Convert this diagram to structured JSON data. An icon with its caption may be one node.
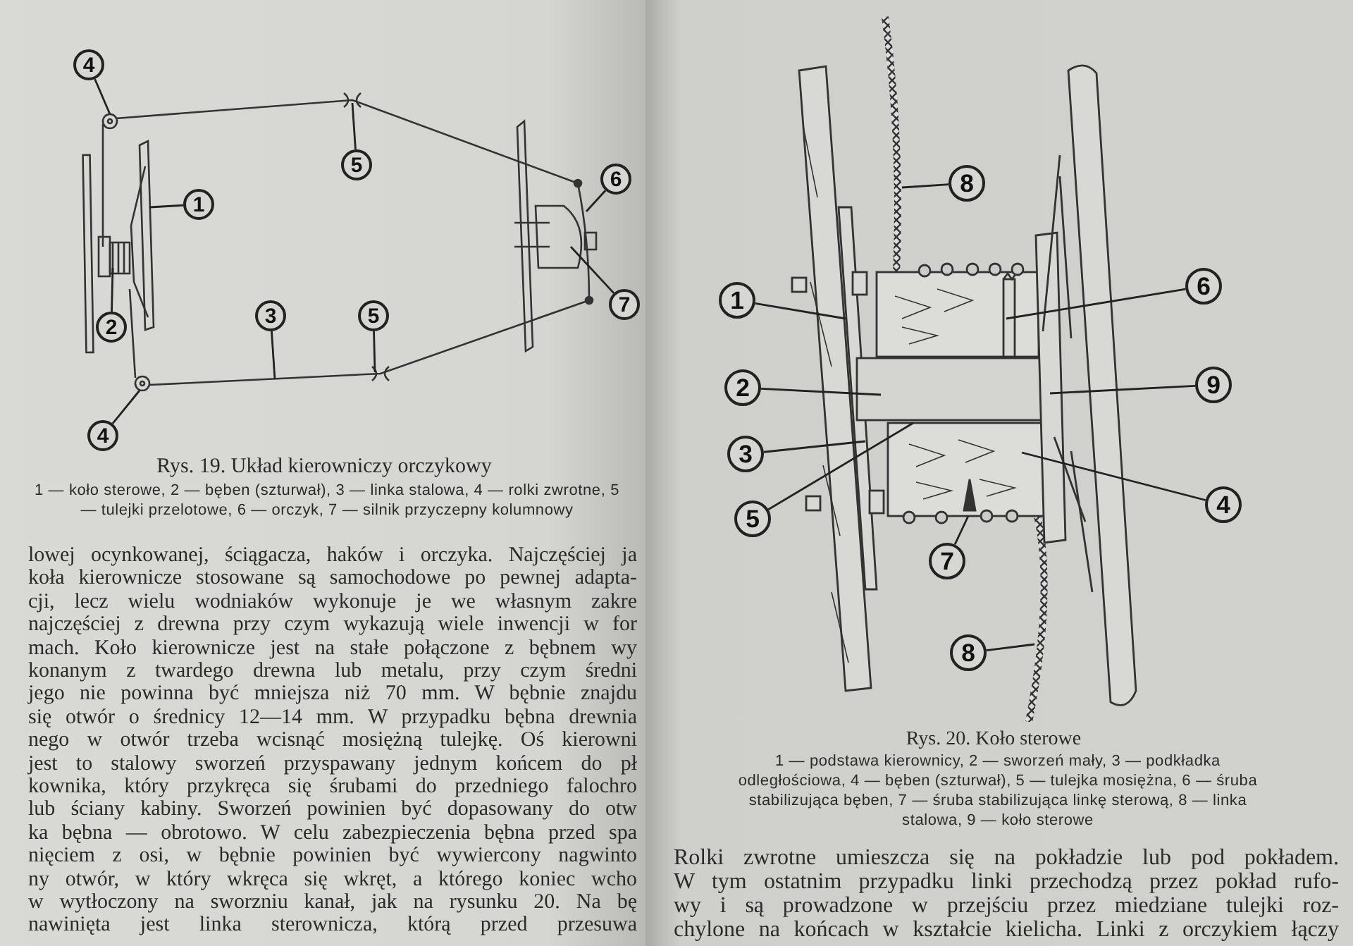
{
  "diagram": {
    "nodes": [
      {
        "text": [
          "4"
        ]
      },
      {
        "text": [
          "5"
        ]
      },
      {
        "text": [
          "6"
        ]
      },
      {
        "text": [
          "1"
        ]
      },
      {
        "text": [
          "2"
        ]
      },
      {
        "text": [
          "7"
        ]
      },
      {
        "text": [
          "3"
        ]
      },
      {
        "text": [
          "5"
        ]
      },
      {
        "text": [
          "4"
        ]
      },
      {
        "text": [
          "8"
        ]
      },
      {
        "text": [
          "6"
        ]
      },
      {
        "text": [
          "1"
        ]
      },
      {
        "text": [
          "9"
        ]
      },
      {
        "text": [
          "2"
        ]
      },
      {
        "text": [
          "3"
        ]
      },
      {
        "text": [
          "4"
        ]
      },
      {
        "text": [
          "5"
        ]
      },
      {
        "text": [
          "7"
        ]
      },
      {
        "text": [
          "8"
        ]
      }
    ],
    "edges": [
      {
        "from": 0,
        "to": null,
        "arrow": "none"
      },
      {
        "from": 1,
        "to": null,
        "arrow": "none"
      },
      {
        "from": 2,
        "to": null,
        "arrow": "none"
      },
      {
        "from": 3,
        "to": null,
        "arrow": "none"
      },
      {
        "from": 4,
        "to": null,
        "arrow": "none"
      },
      {
        "from": 5,
        "to": null,
        "arrow": "none"
      },
      {
        "from": 6,
        "to": null,
        "arrow": "none"
      },
      {
        "from": 7,
        "to": null,
        "arrow": "none"
      },
      {
        "from": 8,
        "to": null,
        "arrow": "none"
      },
      {
        "from": 9,
        "to": null,
        "arrow": "none"
      },
      {
        "from": 10,
        "to": null,
        "arrow": "none"
      },
      {
        "from": 11,
        "to": null,
        "arrow": "none"
      },
      {
        "from": 12,
        "to": null,
        "arrow": "none"
      },
      {
        "from": 13,
        "to": null,
        "arrow": "none"
      },
      {
        "from": 14,
        "to": null,
        "arrow": "none"
      },
      {
        "from": 15,
        "to": null,
        "arrow": "none"
      },
      {
        "from": 16,
        "to": null,
        "arrow": "none"
      },
      {
        "from": 17,
        "to": null,
        "arrow": "none"
      },
      {
        "from": 18,
        "to": null,
        "arrow": "none"
      }
    ],
    "labels": [
      "Rys. 19. Układ kierowniczy orczykowy",
      "1 — koło sterowe, 2 — bęben (szturwał), 3 — linka stalowa, 4 — rolki zwrotne, 5 — tulejki przelotowe, 6 — orczyk, 7 — silnik przyczepny kolumnowy",
      "lowej ocynkowanej, ściągacza, haków i orczyka. Najczęściej ja",
      "koła kierownicze stosowane są samochodowe po pewnej adapta-",
      "cji, lecz wielu wodniaków wykonuje je we własnym zakre",
      "najczęściej z drewna przy czym wykazują wiele inwencji w for",
      "mach. Koło kierownicze jest na stałe połączone z bębnem wy",
      "konanym z twardego drewna lub metalu, przy czym średni",
      "jego nie powinna być mniejsza niż 70 mm. W bębnie znajdu",
      "się otwór o średnicy 12—14 mm. W przypadku bębna drewnia",
      "nego w otwór trzeba wcisnąć mosiężną tulejkę. Oś kierowni",
      "jest to stalowy sworzeń przyspawany jednym końcem do pł",
      "kownika, który przykręca się śrubami do przedniego falochro",
      "lub ściany kabiny. Sworzeń powinien być dopasowany do otw",
      "ka bębna — obrotowo. W celu zabezpieczenia bębna przed spa",
      "nięciem z osi, w bębnie powinien być wywiercony nagwinto",
      "ny otwór, w który wkręca się wkręt, a którego koniec wcho",
      "w wytłoczony na sworzniu kanał, jak na rysunku 20. Na bę",
      "nawinięta jest linka sterownicza, którą przed przesuwa",
      "Rys. 20. Koło sterowe",
      "1 — podstawa kierownicy, 2 — sworzeń mały, 3 — podkładka odległościowa, 4 — bęben (szturwał), 5 — tulejka mosiężna, 6 — śruba stabilizująca bęben, 7 — śruba stabilizująca linkę sterową, 8 — linka stalowa, 9 — koło sterowe",
      "Rolki zwrotne umieszcza się na pokładzie lub pod pokładem.",
      "W tym ostatnim przypadku linki przechodzą przez pokład rufo-",
      "wy i są prowadzone w przejściu przez miedziane tulejki roz-",
      "chylone na końcach w kształcie kielicha. Linki z orczykiem łączy"
    ]
  }
}
